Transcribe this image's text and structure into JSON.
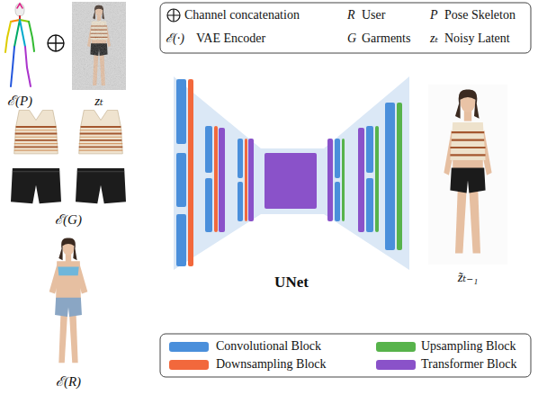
{
  "diagram": {
    "nodes": [
      {
        "text": [
          "UNet"
        ]
      }
    ],
    "labels": [
      "ℰ(P)",
      "zₜ",
      "ℰ(G)",
      "ℰ(R)",
      "z̃ₜ₋₁",
      "R",
      "P",
      "ℰ(·)",
      "G",
      "zₜ"
    ],
    "legend": [
      {
        "text": "Channel concatenation"
      },
      {
        "text": "User"
      },
      {
        "text": "Pose Skeleton"
      },
      {
        "text": "VAE Encoder"
      },
      {
        "text": "Garments"
      },
      {
        "text": "Noisy Latent"
      },
      {
        "text": "Convolutional Block",
        "color": "#4a8fdb"
      },
      {
        "text": "Upsampling Block",
        "color": "#57b34b"
      },
      {
        "text": "Downsampling Block",
        "color": "#f2683c"
      },
      {
        "text": "Transformer Block",
        "color": "#8a52c9"
      }
    ]
  }
}
